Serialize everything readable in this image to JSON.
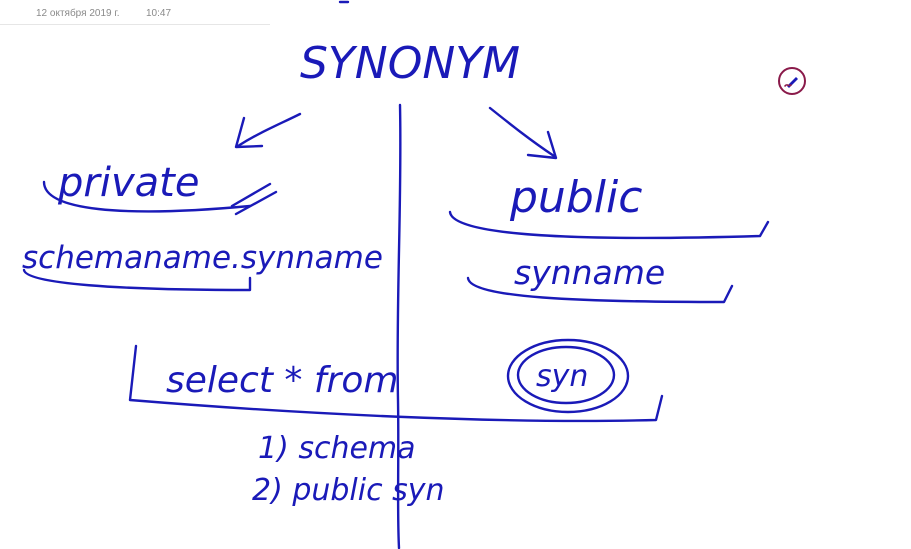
{
  "header": {
    "date": "12 октября 2019 г.",
    "time": "10:47"
  },
  "canvas": {
    "title": "SYNONYM",
    "left_heading": "private",
    "left_text": "schemaname.synname",
    "right_heading": "public",
    "right_text": "synname",
    "query_text": "select * from",
    "query_circled": "syn",
    "list_item_1": "1) schema",
    "list_item_2": "2) public syn"
  },
  "tools": {
    "pen_icon": "pen-icon"
  },
  "colors": {
    "ink": "#1a1ab8",
    "accent": "#8a1a4a",
    "meta_text": "#8a8a8a"
  }
}
